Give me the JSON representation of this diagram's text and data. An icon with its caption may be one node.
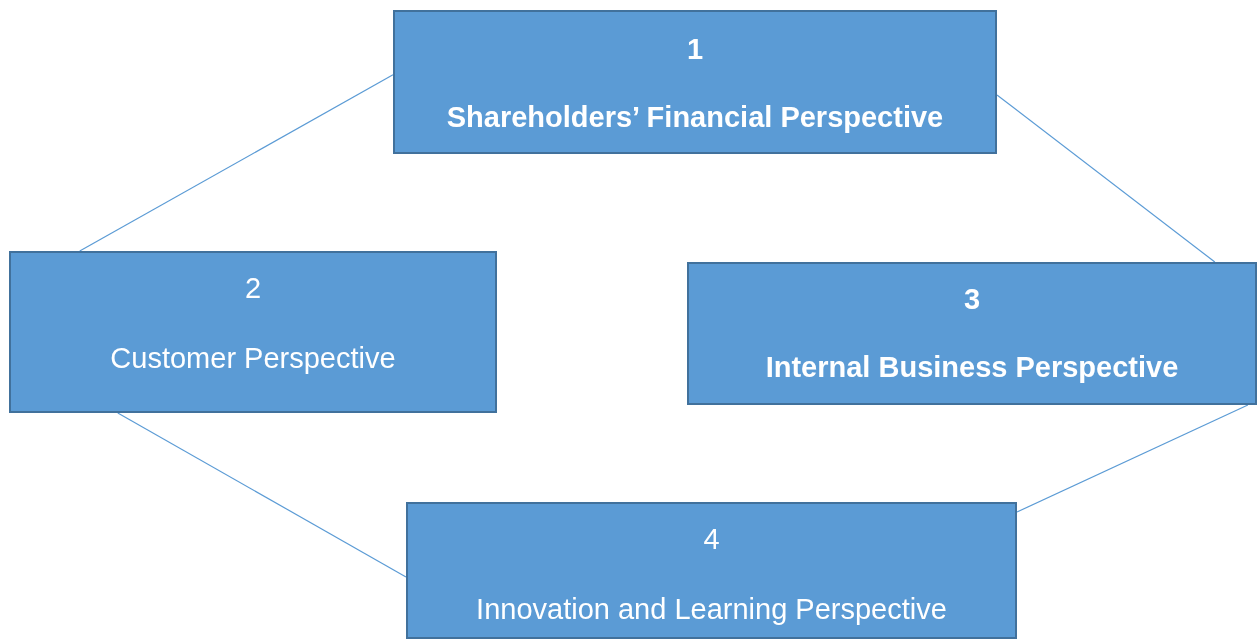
{
  "diagram": {
    "nodes": [
      {
        "text": [
          "1",
          "Shareholders’ Financial Perspective"
        ]
      },
      {
        "text": [
          "2",
          "Customer Perspective"
        ]
      },
      {
        "text": [
          "3",
          "Internal Business Perspective"
        ]
      },
      {
        "text": [
          "4",
          "Innovation and Learning Perspective"
        ]
      }
    ],
    "edges": [
      {
        "from": 0,
        "to": 1,
        "arrow": "none"
      },
      {
        "from": 0,
        "to": 2,
        "arrow": "none"
      },
      {
        "from": 1,
        "to": 3,
        "arrow": "none"
      },
      {
        "from": 2,
        "to": 3,
        "arrow": "none"
      }
    ]
  }
}
